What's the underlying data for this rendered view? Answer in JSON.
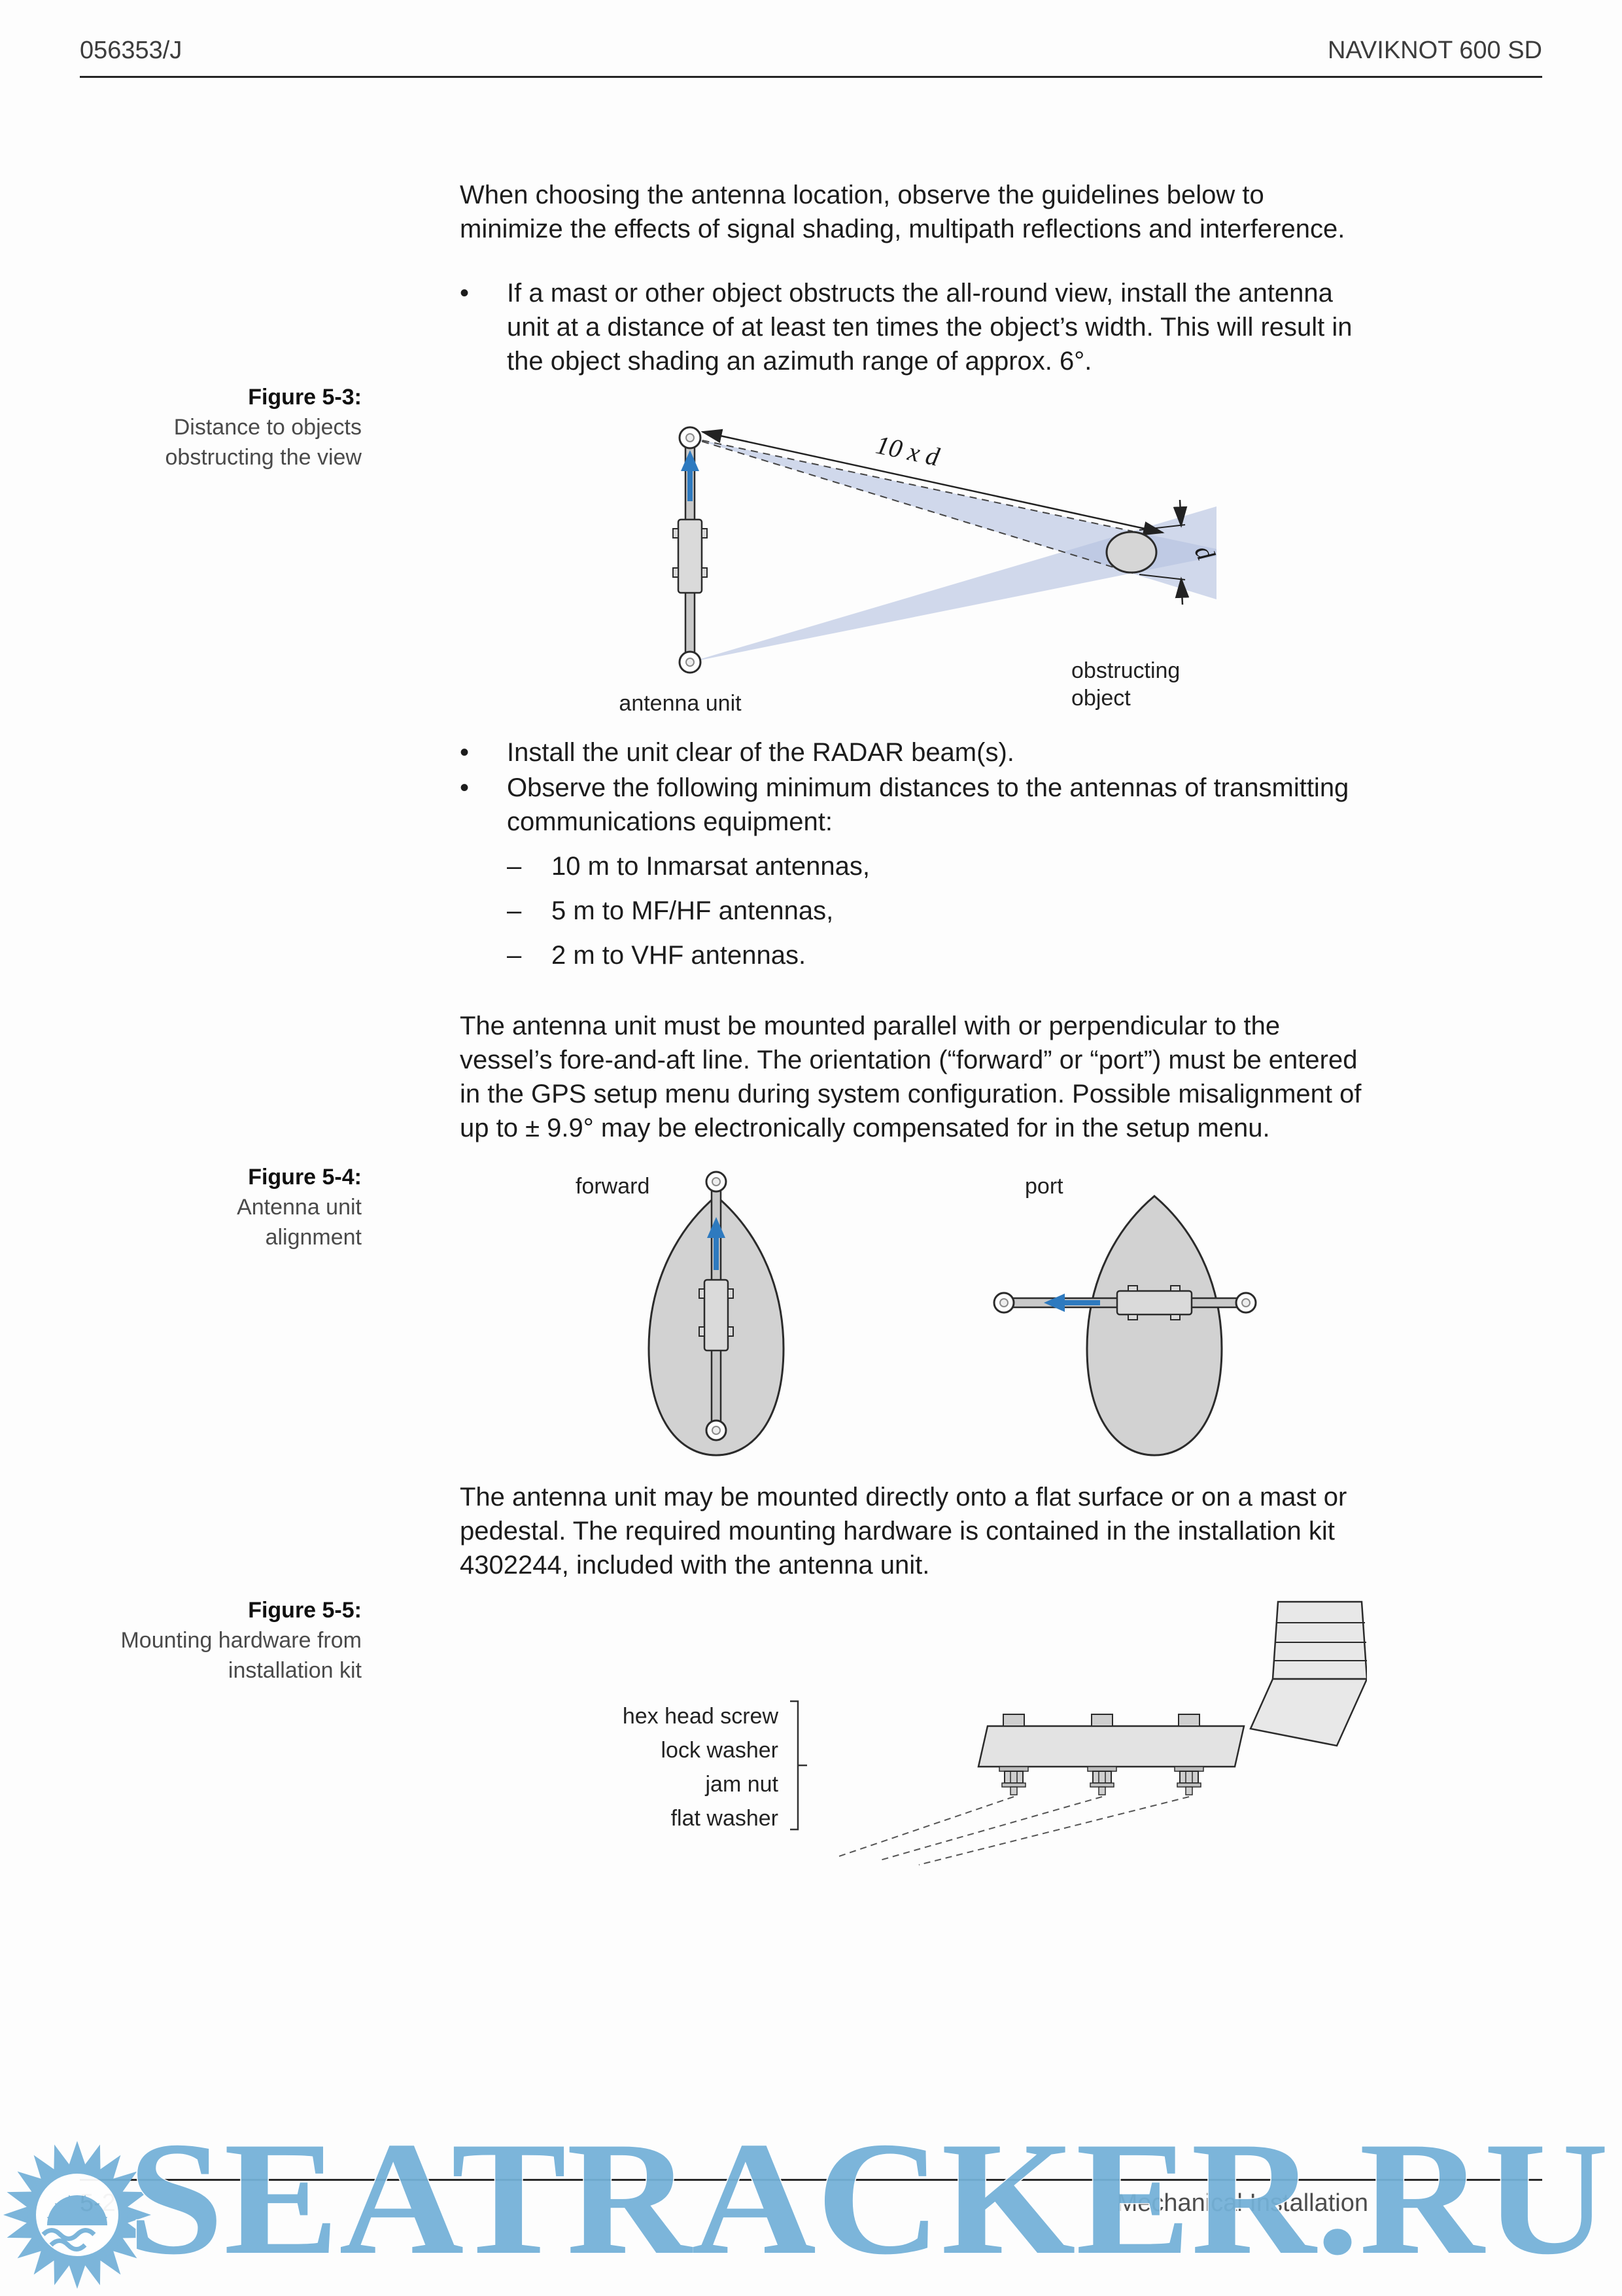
{
  "header": {
    "doc_number": "056353/J",
    "product": "NAVIKNOT 600 SD"
  },
  "footer": {
    "page_number": "5-2",
    "chapter": "Mechanical Installation"
  },
  "watermark": {
    "text": "SEATRACKER.RU"
  },
  "glyphs": {
    "bullet": "•",
    "dash": "–"
  },
  "paragraphs": {
    "intro": "When choosing the antenna location, observe the guidelines below to minimize the effects of signal shading, multipath reflections and interference.",
    "orientation": "The antenna unit must be mounted parallel with or perpendicular to the vessel’s fore-and-aft line. The orientation (“forward” or “port”) must be entered in the GPS setup menu during system configuration. Possible misalignment of up to ± 9.9° may be electronically compensated for in the setup menu.",
    "mounting": "The antenna unit may be mounted directly onto a flat surface or on a mast or pedestal. The required mounting hardware is contained in the installation kit 4302244, included with the antenna unit."
  },
  "bullets": [
    "If a mast or other object obstructs the all-round view, install the antenna unit at a distance of at least ten times the object’s width. This will result in the object shading an azimuth range of approx. 6°.",
    "Install the unit clear of the RADAR beam(s).",
    "Observe the following minimum distances to the antennas of transmitting communications equipment:"
  ],
  "sub_items": [
    "10 m to Inmarsat antennas,",
    "5 m to MF/HF antennas,",
    "2 m to VHF antennas."
  ],
  "figure53": {
    "label": "Figure 5-3:",
    "caption_line1": "Distance to objects",
    "caption_line2": "obstructing the view",
    "dim_label": "10 x d",
    "d_label": "d",
    "antenna_label": "antenna unit",
    "object_label_line1": "obstructing",
    "object_label_line2": "object"
  },
  "figure54": {
    "label": "Figure 5-4:",
    "caption_line1": "Antenna unit",
    "caption_line2": "alignment",
    "forward_label": "forward",
    "port_label": "port"
  },
  "figure55": {
    "label": "Figure 5-5:",
    "caption_line1": "Mounting hardware from",
    "caption_line2": "installation kit",
    "hardware_labels": [
      "hex head screw",
      "lock washer",
      "jam nut",
      "flat washer"
    ]
  }
}
